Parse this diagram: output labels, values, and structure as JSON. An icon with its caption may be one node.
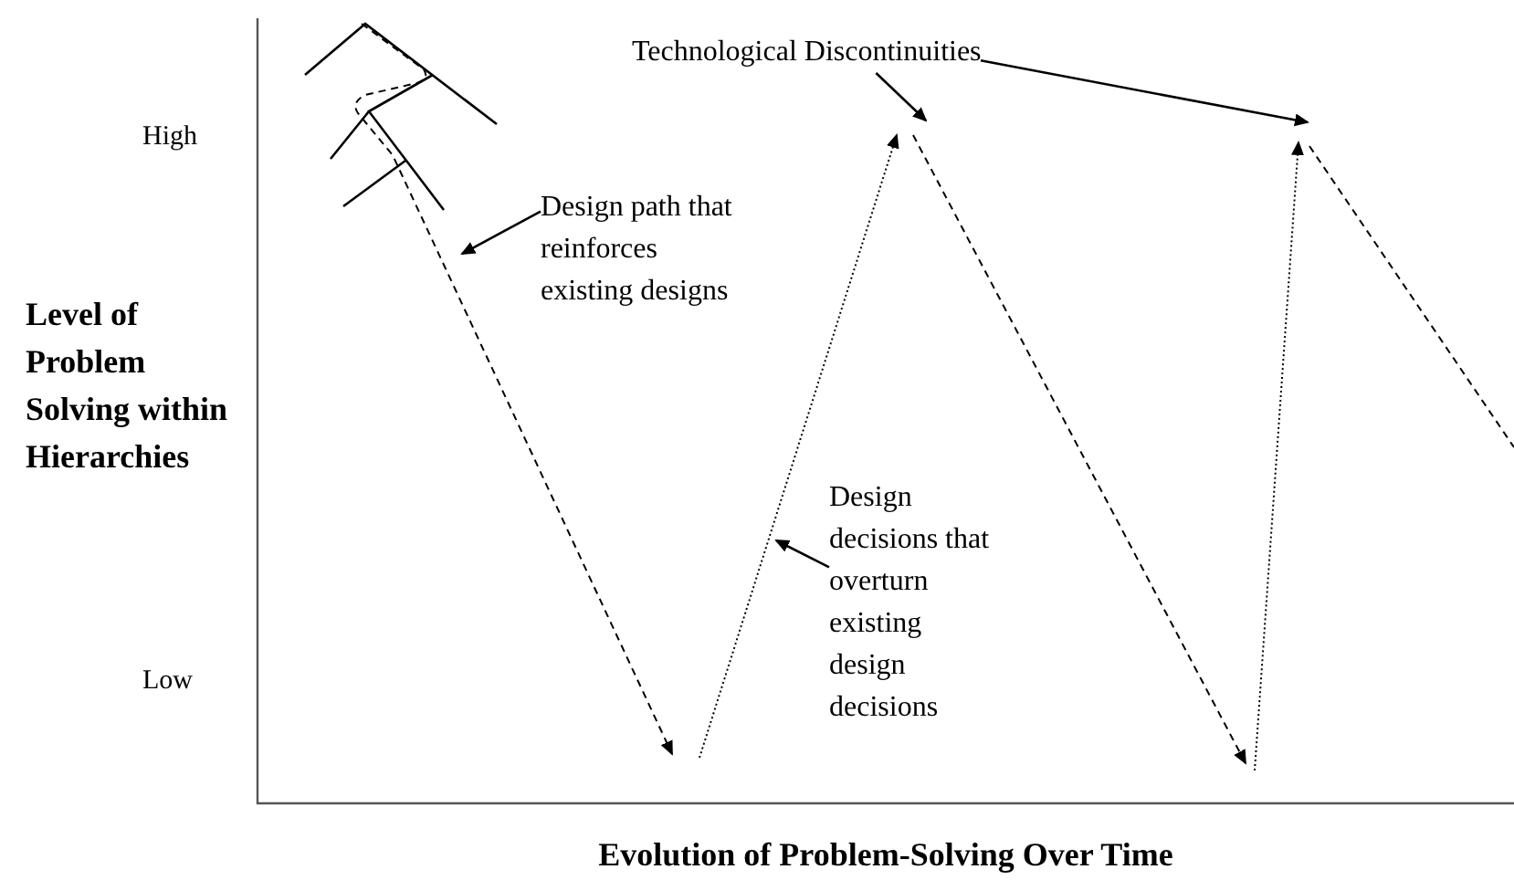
{
  "diagram": {
    "nodes": [
      {
        "text": [
          "Technological Discontinuities"
        ]
      },
      {
        "text": [
          "Design path that reinforces existing designs"
        ]
      },
      {
        "text": [
          "Design decisions that overturn existing design decisions"
        ]
      }
    ],
    "edges": [
      {
        "from": 0,
        "to": null,
        "arrow": "to"
      },
      {
        "from": 0,
        "to": null,
        "arrow": "to"
      },
      {
        "from": 1,
        "to": null,
        "arrow": "to"
      },
      {
        "from": 2,
        "to": null,
        "arrow": "to"
      }
    ],
    "labels": [
      "High",
      "Level of Problem Solving within Hierarchies",
      "Low",
      "Evolution of Problem-Solving Over Time"
    ]
  }
}
